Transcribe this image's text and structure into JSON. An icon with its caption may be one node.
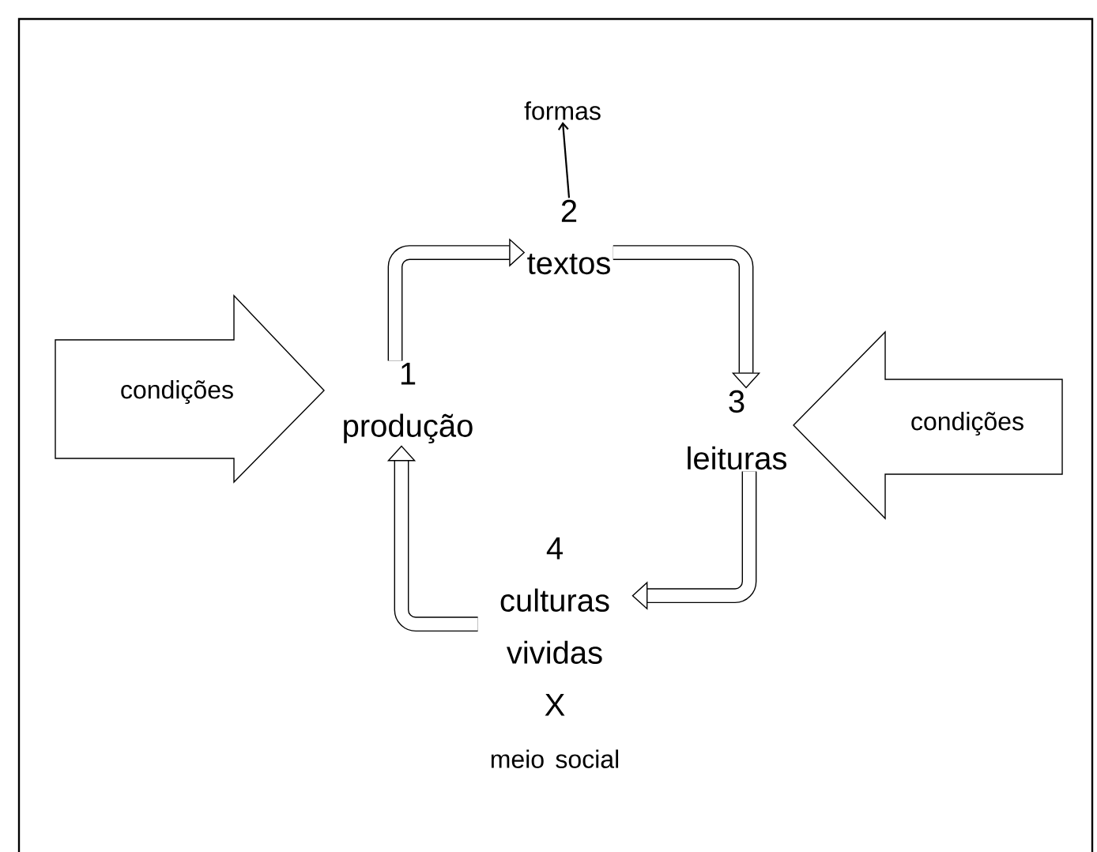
{
  "diagram": {
    "nodes": [
      {
        "text": [
          "condições"
        ]
      },
      {
        "text": [
          "1",
          "produção"
        ]
      },
      {
        "text": [
          "2",
          "textos"
        ]
      },
      {
        "text": [
          "formas"
        ]
      },
      {
        "text": [
          "3",
          "leituras"
        ]
      },
      {
        "text": [
          "4",
          "culturas vividas",
          "X",
          "meio social"
        ]
      },
      {
        "text": [
          "condições"
        ]
      }
    ],
    "edges": [
      {
        "from": 1,
        "to": 2,
        "arrow": "to"
      },
      {
        "from": 2,
        "to": 4,
        "arrow": "to"
      },
      {
        "from": 4,
        "to": 5,
        "arrow": "to"
      },
      {
        "from": 5,
        "to": 1,
        "arrow": "to"
      },
      {
        "from": 2,
        "to": 3,
        "arrow": "to"
      }
    ]
  }
}
